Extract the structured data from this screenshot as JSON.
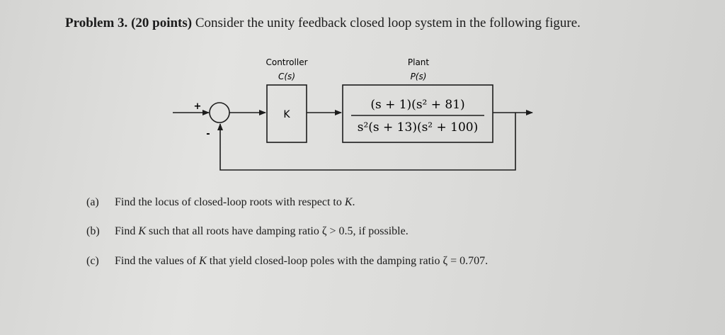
{
  "problem": {
    "label": "Problem 3.",
    "points": "(20 points)",
    "text": "Consider the unity feedback closed loop system in the following figure."
  },
  "diagram": {
    "controller_label": "Controller",
    "controller_symbol": "C(s)",
    "plant_label": "Plant",
    "plant_symbol": "P(s)",
    "gain": "K",
    "plus_sign": "+",
    "minus_sign": "-",
    "numerator": "(s + 1)(s² + 81)",
    "denominator": "s²(s + 13)(s² + 100)"
  },
  "questions": [
    {
      "label": "(a)",
      "text_before": "Find the locus of closed-loop roots with respect to ",
      "var": "K",
      "text_after": "."
    },
    {
      "label": "(b)",
      "text_before": "Find ",
      "var": "K",
      "text_after": " such that all roots have damping ratio ζ > 0.5, if possible."
    },
    {
      "label": "(c)",
      "text_before": "Find the values of ",
      "var": "K",
      "text_after": " that yield closed-loop poles with the damping ratio ζ = 0.707."
    }
  ]
}
